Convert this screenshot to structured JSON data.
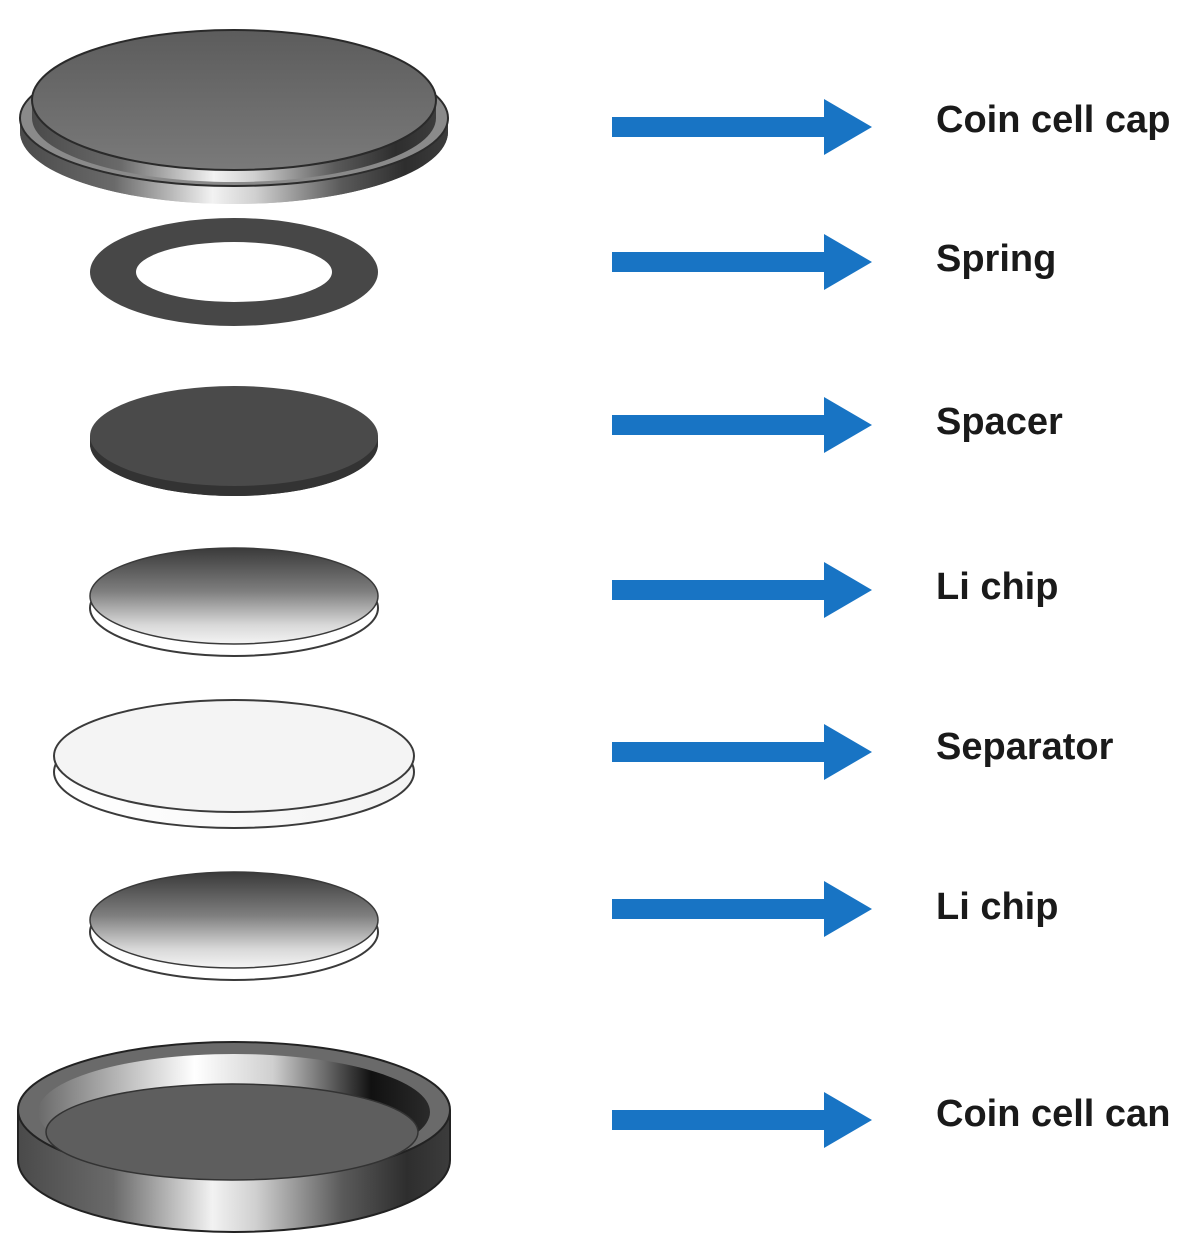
{
  "diagram": {
    "arrow_color": "#1874c4",
    "components": [
      {
        "id": "coin-cell-cap",
        "label": "Coin cell cap"
      },
      {
        "id": "spring",
        "label": "Spring"
      },
      {
        "id": "spacer",
        "label": "Spacer"
      },
      {
        "id": "li-chip-top",
        "label": "Li chip"
      },
      {
        "id": "separator",
        "label": "Separator"
      },
      {
        "id": "li-chip-bottom",
        "label": "Li chip"
      },
      {
        "id": "coin-cell-can",
        "label": "Coin cell can"
      }
    ]
  }
}
